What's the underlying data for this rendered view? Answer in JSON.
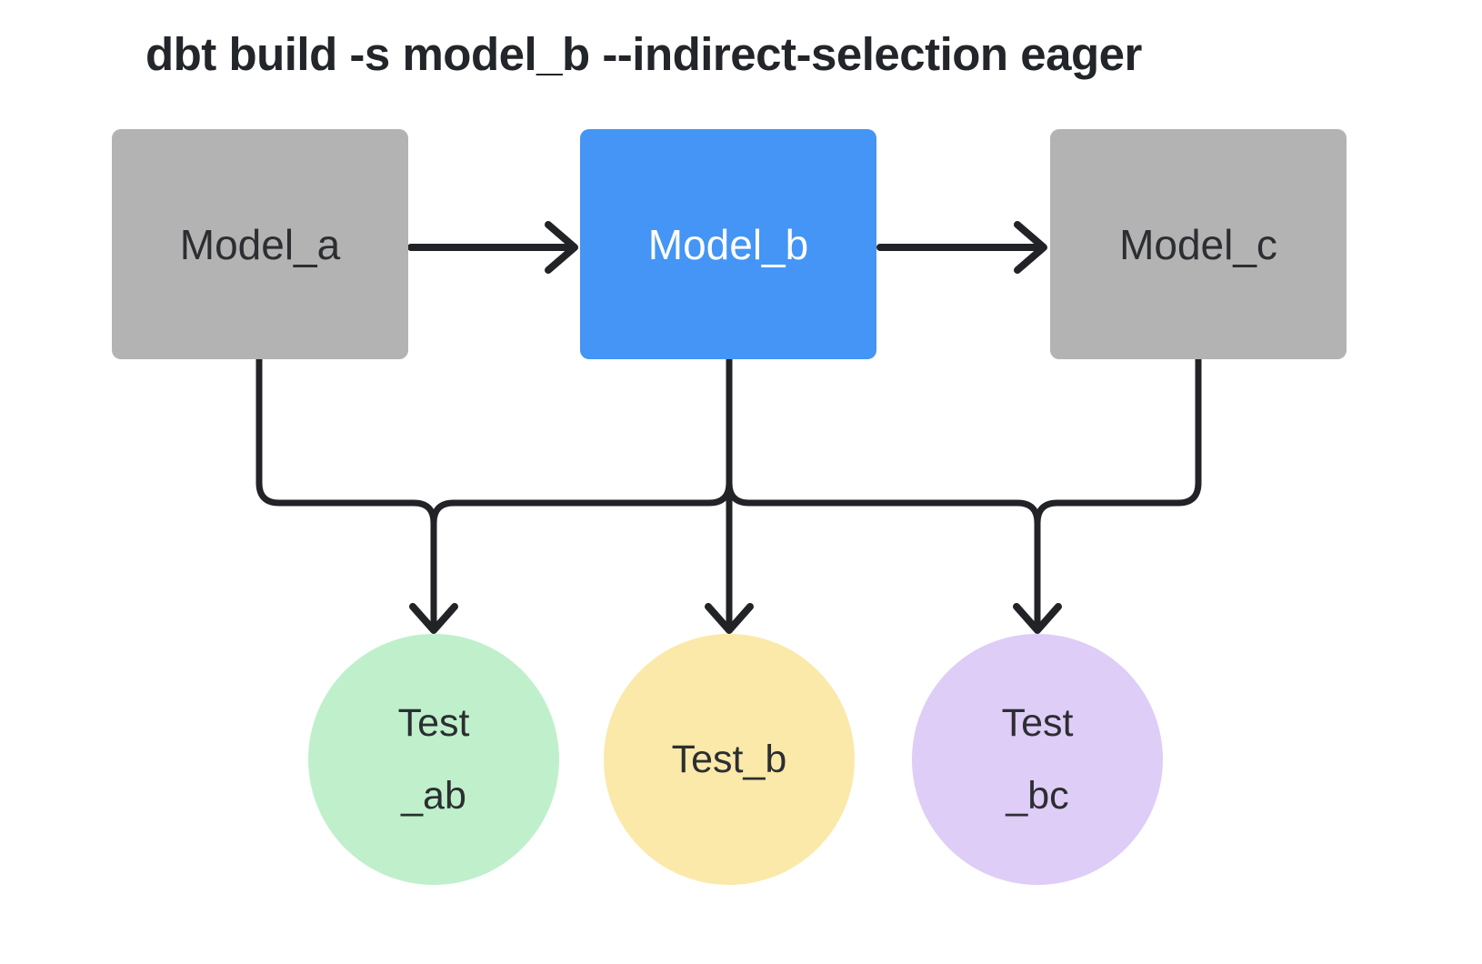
{
  "title": "dbt build -s model_b --indirect-selection eager",
  "diagram": {
    "nodes": {
      "models": [
        {
          "id": "model_a",
          "label": "Model_a",
          "shape": "rect",
          "color": "#b3b3b3",
          "text_color": "#2c2e32",
          "selected": false
        },
        {
          "id": "model_b",
          "label": "Model_b",
          "shape": "rect",
          "color": "#4495f5",
          "text_color": "#ffffff",
          "selected": true
        },
        {
          "id": "model_c",
          "label": "Model_c",
          "shape": "rect",
          "color": "#b3b3b3",
          "text_color": "#2c2e32",
          "selected": false
        }
      ],
      "tests": [
        {
          "id": "test_ab",
          "line1": "Test",
          "line2": "_ab",
          "shape": "circle",
          "color": "#bff0cb"
        },
        {
          "id": "test_b",
          "line1": "Test_b",
          "shape": "circle",
          "color": "#fae9a9"
        },
        {
          "id": "test_bc",
          "line1": "Test",
          "line2": "_bc",
          "shape": "circle",
          "color": "#decdf6"
        }
      ]
    },
    "edges": [
      "model_a -> model_b",
      "model_b -> model_c",
      "model_a -> test_ab",
      "model_b -> test_ab",
      "model_b -> test_b",
      "model_b -> test_bc",
      "model_c -> test_bc"
    ],
    "edge_color": "#212327",
    "background": "#ffffff"
  }
}
